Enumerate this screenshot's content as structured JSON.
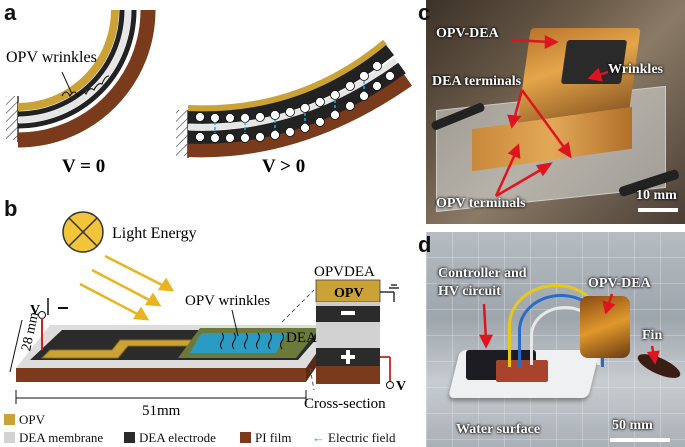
{
  "panels": {
    "a": "a",
    "b": "b",
    "c": "c",
    "d": "d"
  },
  "panel_a": {
    "wrinkle_label": "OPV wrinkles",
    "state_off": "V = 0",
    "state_on": "V > 0"
  },
  "panel_b": {
    "light_label": "Light Energy",
    "wrinkle_label": "OPV wrinkles",
    "voltage_left": "V",
    "dim_width": "28 mm",
    "dim_length": "51mm",
    "stack_title": "OPVDEA",
    "stack_opv": "OPV",
    "stack_dea": "DEA",
    "voltage_right": "V",
    "cross_section": "Cross-section",
    "legend": [
      {
        "label": "OPV",
        "color": "#caa235"
      },
      {
        "label": "DEA membrane",
        "color": "#d2d2d2"
      },
      {
        "label": "DEA electrode",
        "color": "#2b2b2b"
      },
      {
        "label": "PI film",
        "color": "#7a3a1c"
      },
      {
        "label": "Electric field",
        "color": "#29a8d8"
      }
    ]
  },
  "panel_c": {
    "opv_dea": "OPV-DEA",
    "wrinkles": "Wrinkles",
    "dea_terminals": "DEA terminals",
    "opv_terminals": "OPV terminals",
    "scale": "10 mm"
  },
  "panel_d": {
    "controller_line1": "Controller and",
    "controller_line2": "HV circuit",
    "opv_dea": "OPV-DEA",
    "fin": "Fin",
    "water": "Water surface",
    "scale": "50 mm"
  }
}
